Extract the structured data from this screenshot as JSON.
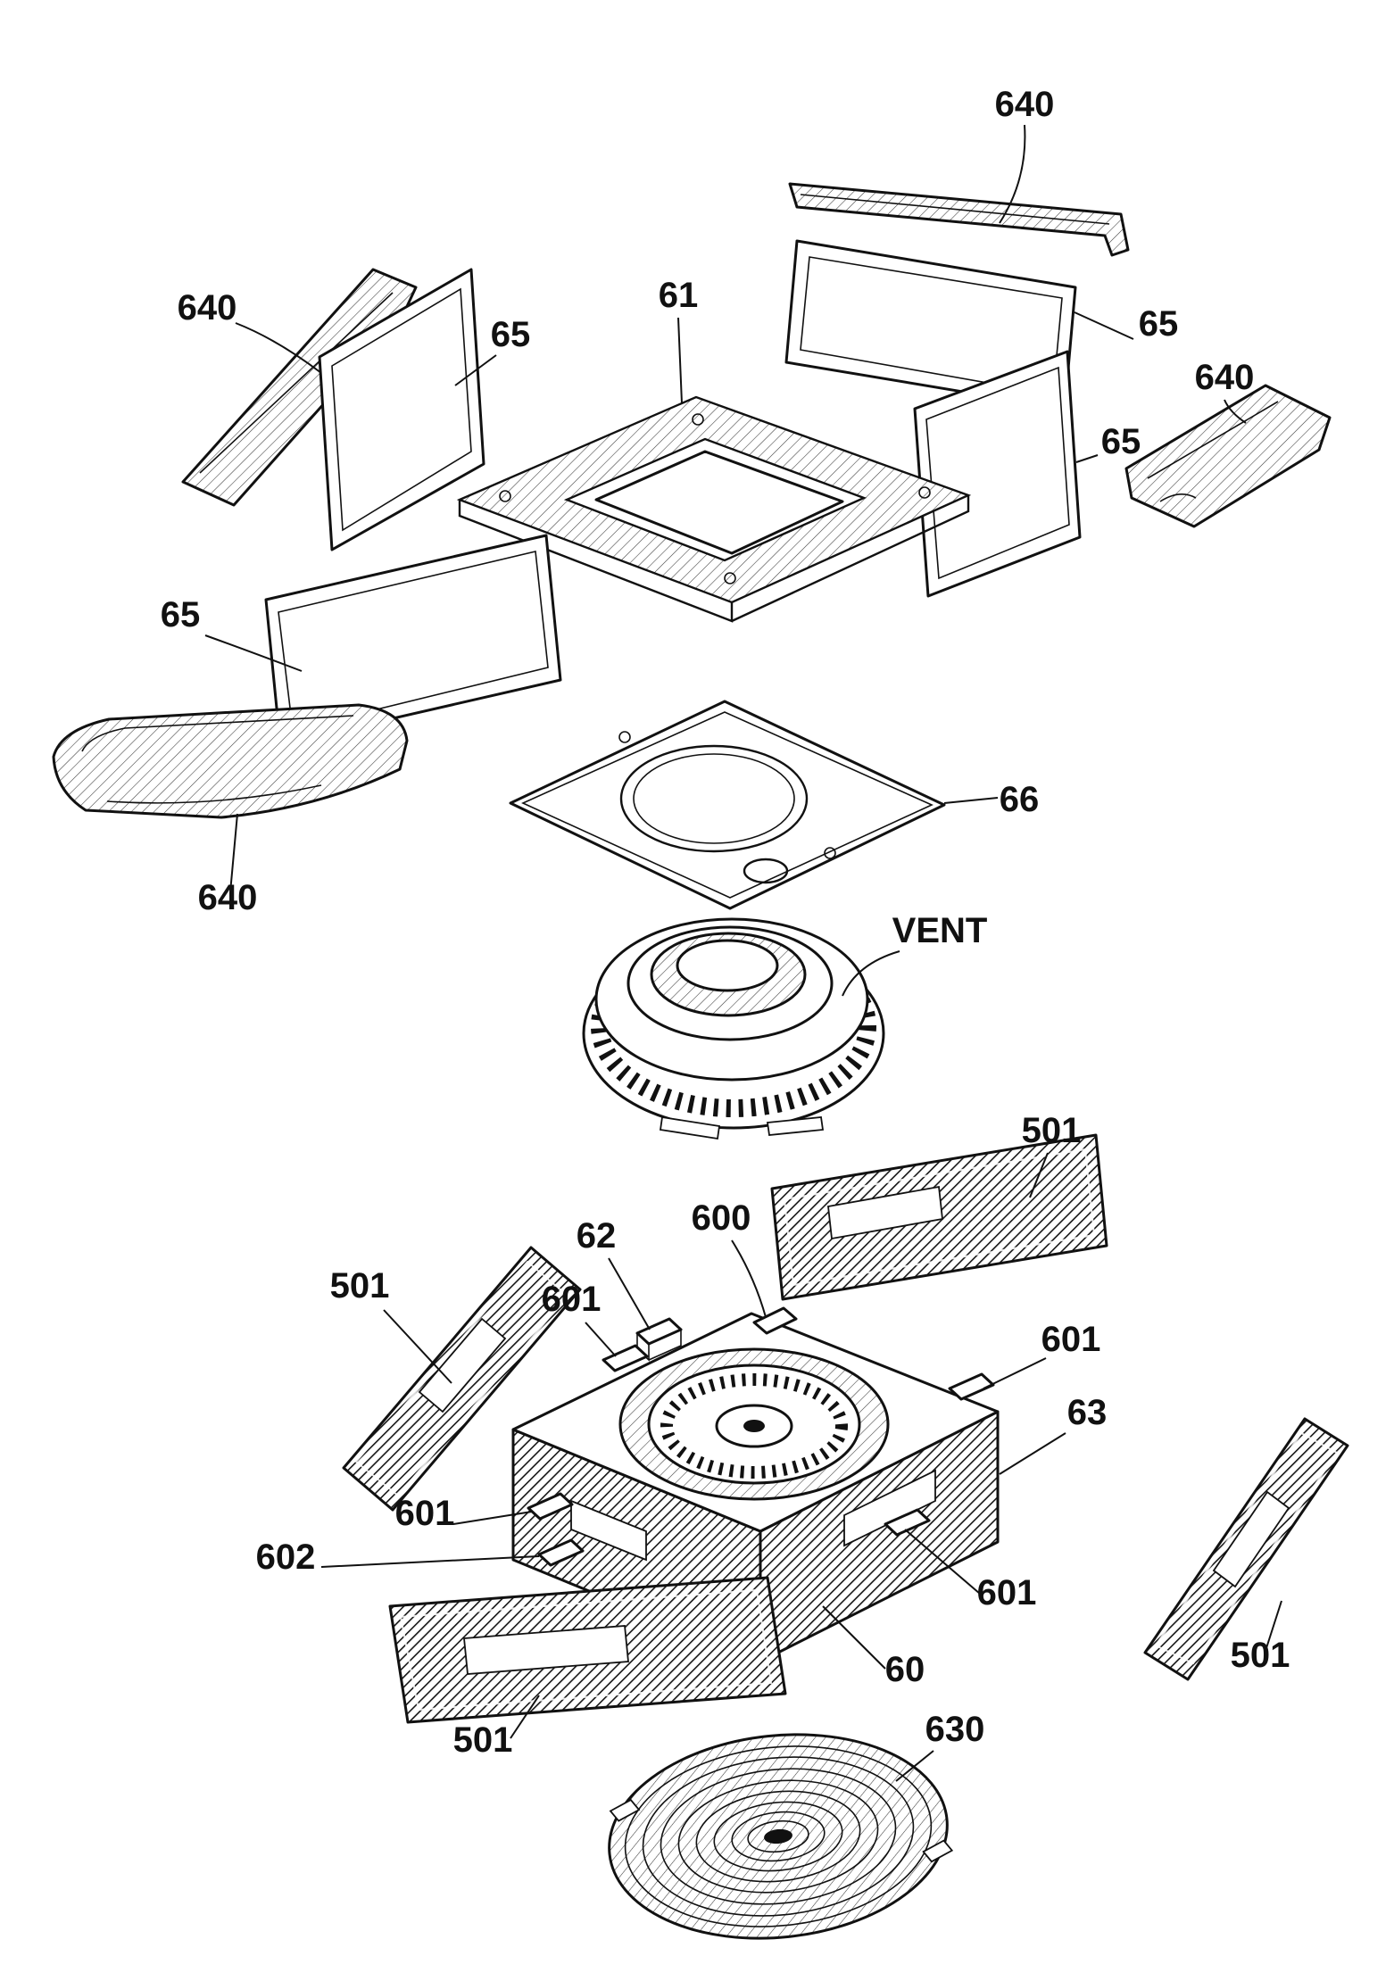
{
  "figure": {
    "background_color": "#ffffff",
    "line_color": "#111111",
    "callouts": [
      {
        "text": "640"
      },
      {
        "text": "640"
      },
      {
        "text": "65"
      },
      {
        "text": "61"
      },
      {
        "text": "65"
      },
      {
        "text": "640"
      },
      {
        "text": "65"
      },
      {
        "text": "65"
      },
      {
        "text": "66"
      },
      {
        "text": "640"
      },
      {
        "text": "VENT"
      },
      {
        "text": "501"
      },
      {
        "text": "600"
      },
      {
        "text": "62"
      },
      {
        "text": "501"
      },
      {
        "text": "601"
      },
      {
        "text": "601"
      },
      {
        "text": "63"
      },
      {
        "text": "601"
      },
      {
        "text": "602"
      },
      {
        "text": "601"
      },
      {
        "text": "501"
      },
      {
        "text": "60"
      },
      {
        "text": "501"
      },
      {
        "text": "630"
      }
    ]
  }
}
